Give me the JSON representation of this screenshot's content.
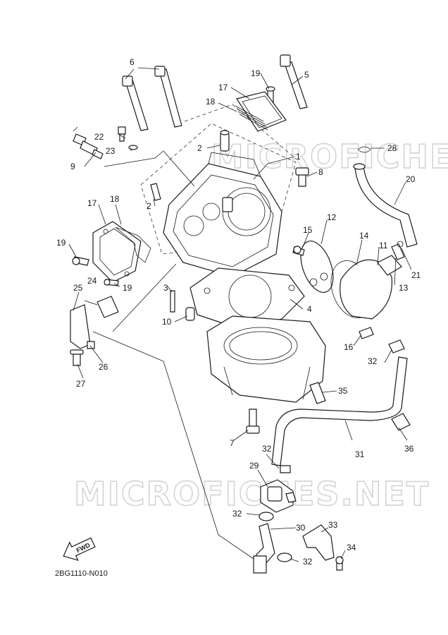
{
  "watermark": "MICROFICHES.NET",
  "diagram_code": "2BG1110-N010",
  "fwd_label": "FWD",
  "callouts": {
    "c1": "1",
    "c2a": "2",
    "c2b": "2",
    "c3": "3",
    "c4": "4",
    "c5": "5",
    "c6": "6",
    "c7": "7",
    "c8": "8",
    "c9": "9",
    "c10": "10",
    "c11": "11",
    "c12": "12",
    "c13": "13",
    "c14": "14",
    "c15": "15",
    "c16": "16",
    "c17a": "17",
    "c17b": "17",
    "c18a": "18",
    "c18b": "18",
    "c19a": "19",
    "c19b": "19",
    "c19c": "19",
    "c20": "20",
    "c21": "21",
    "c22": "22",
    "c23": "23",
    "c24": "24",
    "c25": "25",
    "c26": "26",
    "c27": "27",
    "c28": "28",
    "c29": "29",
    "c30": "30",
    "c31": "31",
    "c32a": "32",
    "c32b": "32",
    "c32c": "32",
    "c32d": "32",
    "c33": "33",
    "c34": "34",
    "c35": "35",
    "c36": "36"
  }
}
